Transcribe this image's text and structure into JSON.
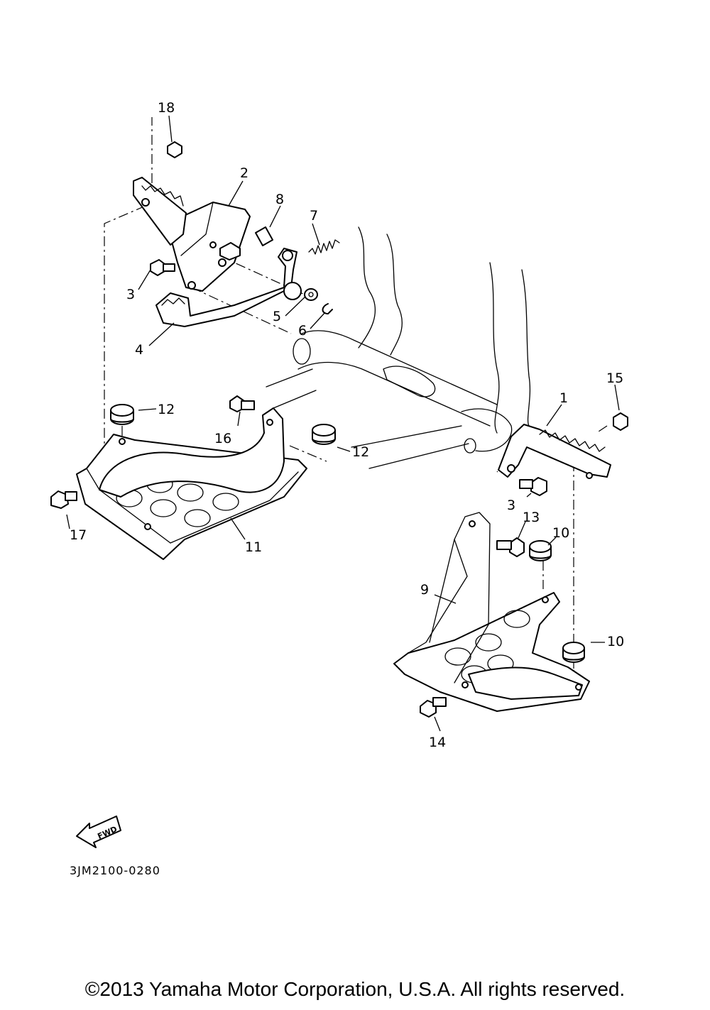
{
  "diagram": {
    "callouts": {
      "c1": "1",
      "c2": "2",
      "c3a": "3",
      "c3b": "3",
      "c4": "4",
      "c5": "5",
      "c6": "6",
      "c7": "7",
      "c8": "8",
      "c9": "9",
      "c10a": "10",
      "c10b": "10",
      "c11": "11",
      "c12a": "12",
      "c12b": "12",
      "c13": "13",
      "c14": "14",
      "c15": "15",
      "c16": "16",
      "c17": "17",
      "c18": "18"
    },
    "fwd_label": "FWD",
    "diagram_code": "3JM2100-0280"
  },
  "footer": {
    "copyright": "©2013 Yamaha Motor Corporation, U.S.A. All rights reserved."
  }
}
